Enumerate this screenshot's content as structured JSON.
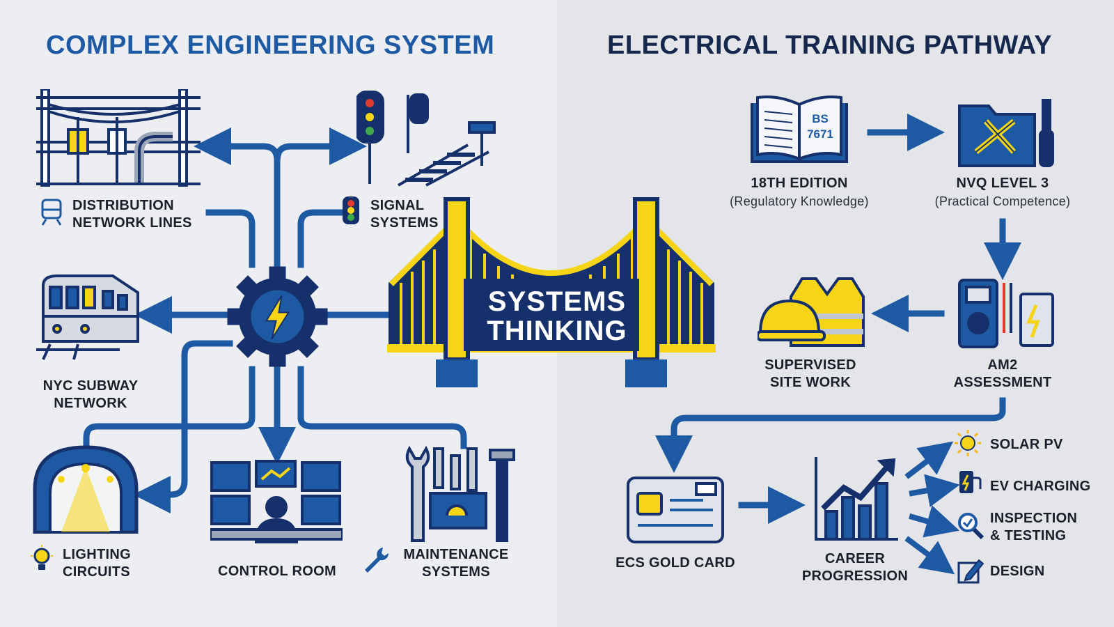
{
  "left_panel": {
    "title": "COMPLEX ENGINEERING SYSTEM",
    "nodes": {
      "distribution": [
        "DISTRIBUTION",
        "NETWORK LINES"
      ],
      "signal": [
        "SIGNAL",
        "SYSTEMS"
      ],
      "subway": [
        "NYC SUBWAY",
        "NETWORK"
      ],
      "lighting": [
        "LIGHTING",
        "CIRCUITS"
      ],
      "control_room": "CONTROL ROOM",
      "maintenance": [
        "MAINTENANCE",
        "SYSTEMS"
      ]
    }
  },
  "center": {
    "bridge_label": [
      "SYSTEMS",
      "THINKING"
    ]
  },
  "right_panel": {
    "title": "ELECTRICAL TRAINING PATHWAY",
    "book_text": [
      "BS",
      "7671"
    ],
    "steps": {
      "edition": {
        "title": "18TH EDITION",
        "subtitle": "(Regulatory Knowledge)"
      },
      "nvq": {
        "title": "NVQ LEVEL 3",
        "subtitle": "(Practical Competence)"
      },
      "am2": [
        "AM2",
        "ASSESSMENT"
      ],
      "site_work": [
        "SUPERVISED",
        "SITE WORK"
      ],
      "ecs": "ECS GOLD CARD",
      "career": [
        "CAREER",
        "PROGRESSION"
      ]
    },
    "outcomes": {
      "solar": "SOLAR PV",
      "ev": "EV CHARGING",
      "inspection": [
        "INSPECTION",
        "& TESTING"
      ],
      "design": "DESIGN"
    }
  },
  "colors": {
    "navy": "#16306b",
    "blue": "#1e5aa3",
    "yellow": "#f5d515",
    "background_left": "#eceef1",
    "background_right": "#e3e5e8"
  }
}
